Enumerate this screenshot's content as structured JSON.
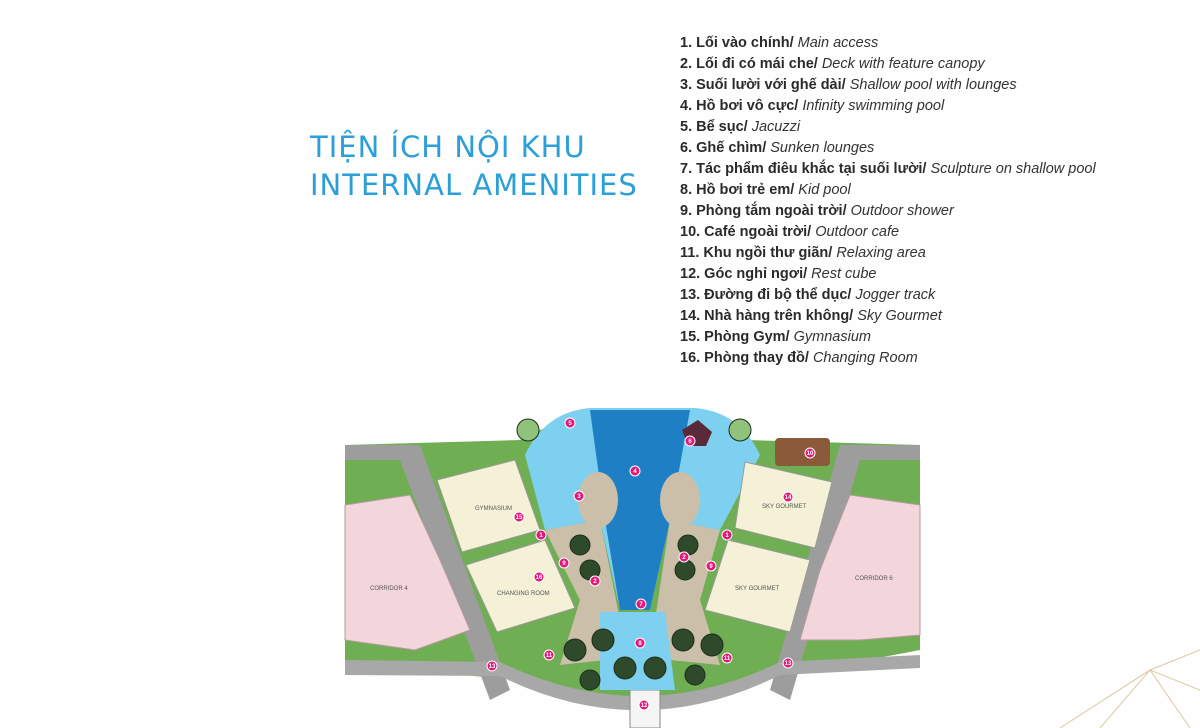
{
  "title": {
    "line1": "TIỆN ÍCH NỘI KHU",
    "line2": "INTERNAL AMENITIES"
  },
  "legend": [
    {
      "vi": "1. Lối vào chính/",
      "en": "Main access"
    },
    {
      "vi": "2. Lối đi có mái che/",
      "en": "Deck with feature canopy"
    },
    {
      "vi": "3. Suối lười với ghế dài/",
      "en": "Shallow pool with lounges"
    },
    {
      "vi": "4. Hồ bơi vô cực/",
      "en": "Infinity swimming pool"
    },
    {
      "vi": "5. Bể sục/",
      "en": "Jacuzzi"
    },
    {
      "vi": "6. Ghế chìm/",
      "en": "Sunken lounges"
    },
    {
      "vi": "7. Tác phẩm điêu khắc tại suối lười/",
      "en": "Sculpture on shallow pool"
    },
    {
      "vi": "8. Hồ bơi trẻ em/",
      "en": "Kid pool"
    },
    {
      "vi": "9. Phòng tắm ngoài trời/",
      "en": "Outdoor shower"
    },
    {
      "vi": "10. Café ngoài trời/",
      "en": "Outdoor cafe"
    },
    {
      "vi": "11. Khu ngồi thư giãn/",
      "en": "Relaxing area"
    },
    {
      "vi": "12. Góc nghỉ ngơi/",
      "en": "Rest cube"
    },
    {
      "vi": "13. Đường đi bộ thể dục/",
      "en": "Jogger track"
    },
    {
      "vi": "14. Nhà hàng trên không/",
      "en": "Sky Gourmet"
    },
    {
      "vi": "15. Phòng Gym/",
      "en": "Gymnasium"
    },
    {
      "vi": "16. Phòng thay đồ/",
      "en": "Changing Room"
    }
  ],
  "map": {
    "buildings": {
      "gym": "GYMNASIUM",
      "changing": "CHANGING ROOM",
      "sky1": "SKY GOURMET",
      "sky2": "SKY GOURMET",
      "corridor_left": "CORRIDOR 4",
      "corridor_right": "CORRIDOR 6"
    },
    "markers": [
      "5",
      "6",
      "10",
      "4",
      "3",
      "14",
      "15",
      "1",
      "1",
      "2",
      "9",
      "9",
      "2",
      "16",
      "7",
      "8",
      "11",
      "11",
      "13",
      "13",
      "12"
    ]
  },
  "colors": {
    "title": "#2b9fd8",
    "marker": "#e3197a",
    "pool": "#1f7fc4",
    "shallow": "#7dd0f0",
    "grass": "#6aa84f",
    "path": "#9a9a9a",
    "block": "#f4f1d6",
    "corridor": "#f2d6dc"
  }
}
